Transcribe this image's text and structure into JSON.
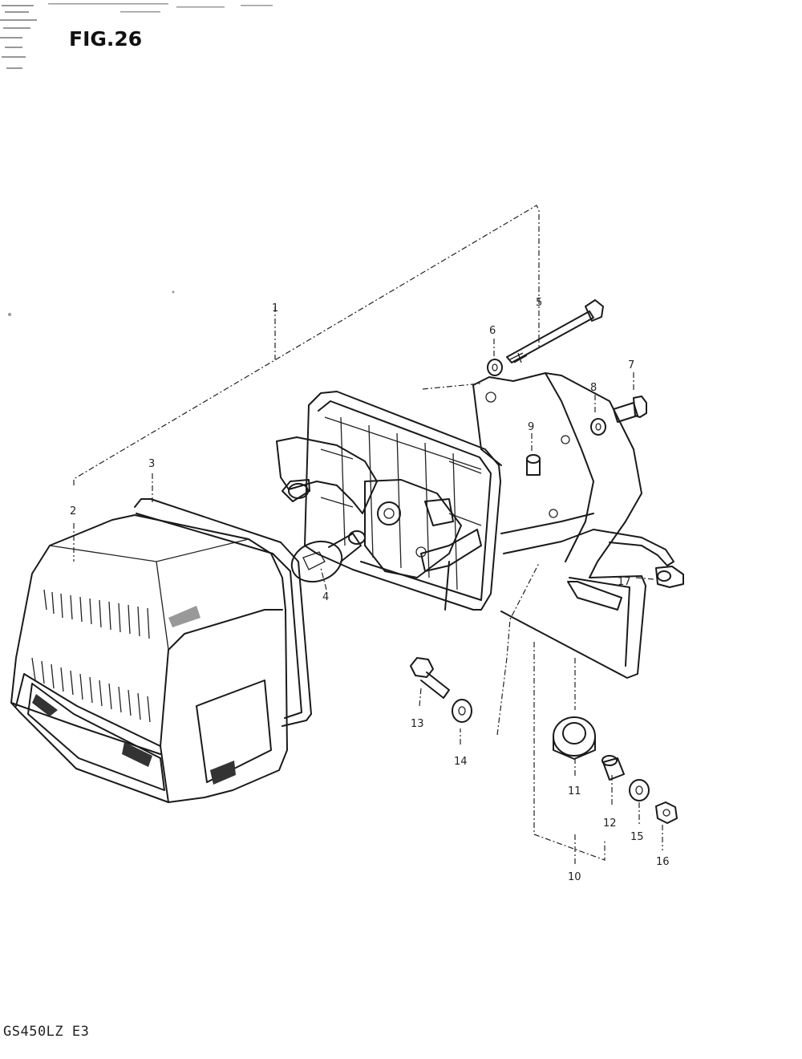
{
  "figure": {
    "title": "FIG.26",
    "model_code": "GS450LZ E3"
  },
  "parts": {
    "p1": "1",
    "p2": "2",
    "p3": "3",
    "p4": "4",
    "p5": "5",
    "p6": "6",
    "p7": "7",
    "p8": "8",
    "p9": "9",
    "p10": "10",
    "p11": "11",
    "p12": "12",
    "p13": "13",
    "p14": "14",
    "p15": "15",
    "p16": "16",
    "p17": "17"
  }
}
